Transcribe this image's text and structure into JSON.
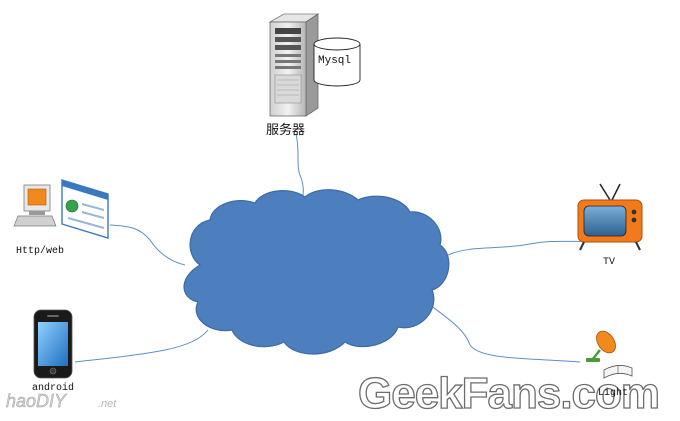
{
  "nodes": {
    "server": {
      "label": "服务器",
      "icon": "server-tower-icon"
    },
    "database": {
      "label": "Mysql",
      "icon": "database-cylinder-icon"
    },
    "web": {
      "label": "Http/web",
      "icon": "desktop-computer-browser-icon"
    },
    "tv": {
      "label": "TV",
      "icon": "television-icon"
    },
    "phone": {
      "label": "android",
      "icon": "smartphone-icon"
    },
    "light": {
      "label": "Light",
      "icon": "desk-lamp-icon"
    },
    "cloud": {
      "icon": "cloud-icon"
    }
  },
  "watermarks": {
    "left": "haoDIY.net",
    "right": "GeekFans.com"
  },
  "colors": {
    "cloud_fill": "#4d7fbf",
    "cloud_stroke": "#3b6aa6",
    "link": "#5b8fc9"
  }
}
